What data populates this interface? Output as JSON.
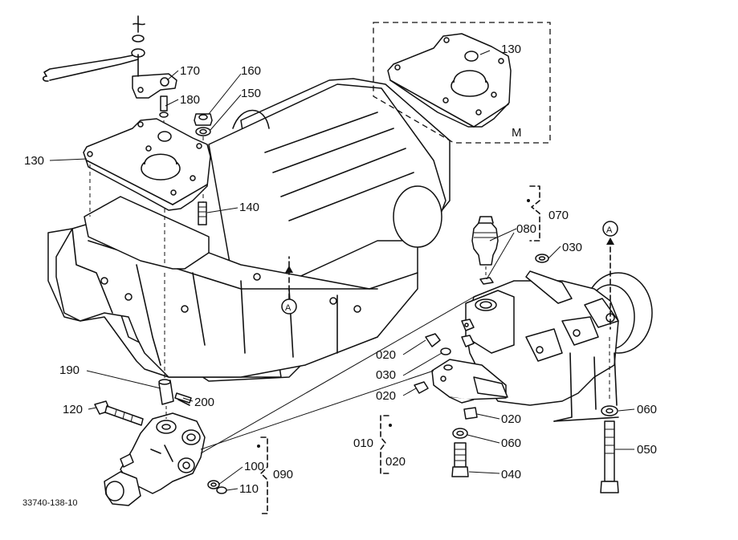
{
  "drawing_id": "33740-138-10",
  "view_label": "M",
  "reference_marker": "A",
  "callouts": {
    "c010": "010",
    "c020_bracket": "020",
    "c020a": "020",
    "c020b": "020",
    "c020c": "020",
    "c030a": "030",
    "c030b": "030",
    "c040": "040",
    "c050": "050",
    "c060a": "060",
    "c060b": "060",
    "c070": "070",
    "c080": "080",
    "c090": "090",
    "c100": "100",
    "c110": "110",
    "c120": "120",
    "c130_inset": "130",
    "c130_main": "130",
    "c140": "140",
    "c150": "150",
    "c160": "160",
    "c170": "170",
    "c180": "180",
    "c190": "190",
    "c200": "200"
  }
}
